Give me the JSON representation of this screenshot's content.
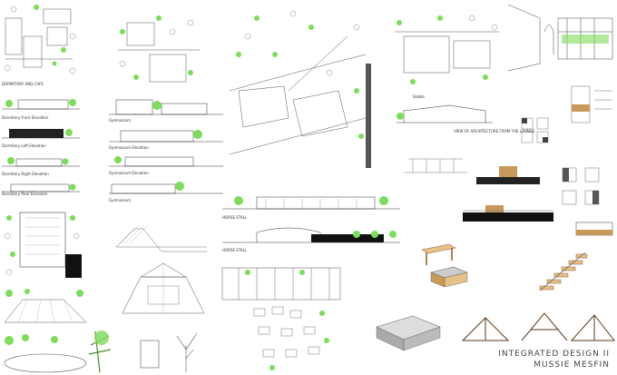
{
  "project": {
    "title": "INTEGRATED DESIGN II",
    "author": "MUSSIE MESFIN"
  },
  "sheet_labels": {
    "a1": "DORMITORY AND CAFE",
    "a2": "Dormitory Front Elevation",
    "a3": "Dormitory Left Elevation",
    "a4": "Dormitory Right Elevation",
    "a5": "Dormitory Rear Elevation",
    "b1": "Gymnasium",
    "b2": "Gymnasium Elevation",
    "b3": "Gymnasium Elevation",
    "b4": "Gymnasium",
    "c1": "HORSE STALL",
    "c2": "HORSE STALL",
    "d1": "Stable",
    "d2": "VIEW OF ARCHITECTURE FROM THE LOUNGE"
  },
  "colors": {
    "tree": "#7ddc5a",
    "line": "#333333",
    "brown": "#c79a5a",
    "dark": "#111111"
  }
}
